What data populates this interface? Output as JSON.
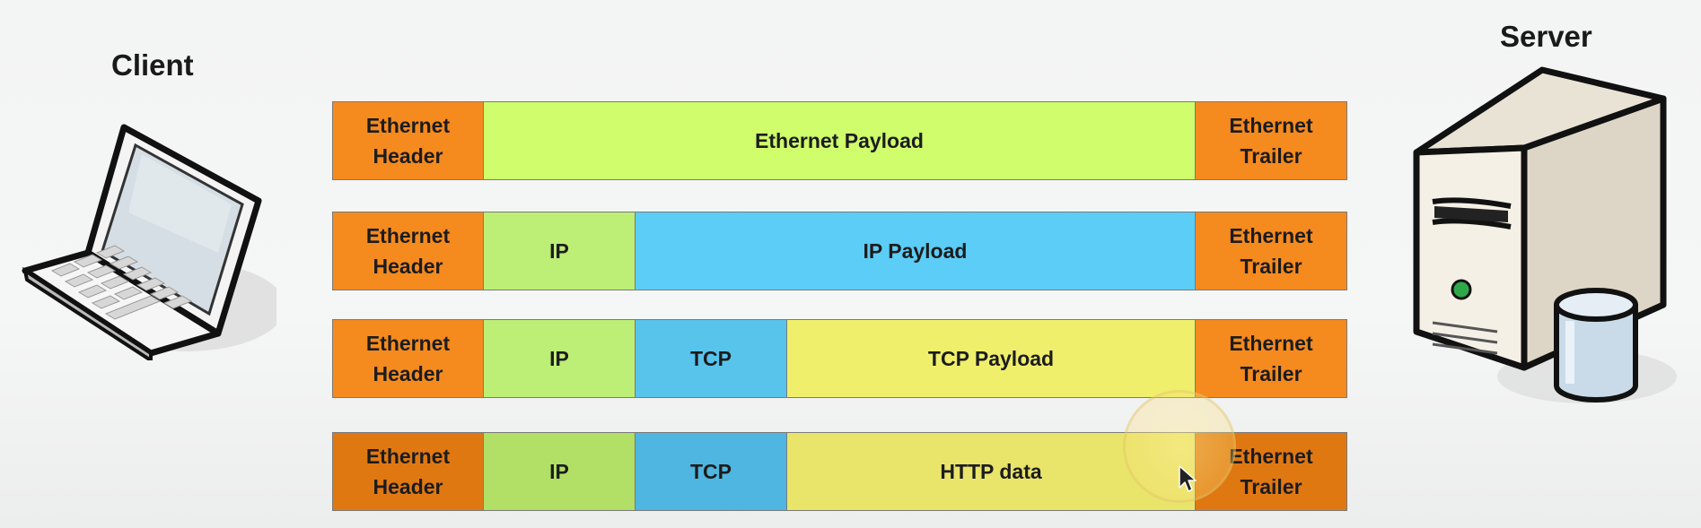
{
  "labels": {
    "client": "Client",
    "server": "Server"
  },
  "colors": {
    "ethernet": "#f58a1f",
    "ethernet_payload": "#cffd6b",
    "ip": "#bdee76",
    "ip_payload": "#5ccdf6",
    "tcp": "#58c4ec",
    "tcp_payload": "#efef6c"
  },
  "rows": [
    {
      "cells": [
        {
          "text": "Ethernet\nHeader",
          "kind": "ethernet"
        },
        {
          "text": "Ethernet Payload",
          "kind": "ethernet_payload"
        },
        {
          "text": "Ethernet\nTrailer",
          "kind": "ethernet"
        }
      ]
    },
    {
      "cells": [
        {
          "text": "Ethernet\nHeader",
          "kind": "ethernet"
        },
        {
          "text": "IP",
          "kind": "ip"
        },
        {
          "text": "IP Payload",
          "kind": "ip_payload"
        },
        {
          "text": "Ethernet\nTrailer",
          "kind": "ethernet"
        }
      ]
    },
    {
      "cells": [
        {
          "text": "Ethernet\nHeader",
          "kind": "ethernet"
        },
        {
          "text": "IP",
          "kind": "ip"
        },
        {
          "text": "TCP",
          "kind": "tcp"
        },
        {
          "text": "TCP Payload",
          "kind": "tcp_payload"
        },
        {
          "text": "Ethernet\nTrailer",
          "kind": "ethernet"
        }
      ]
    },
    {
      "cells": [
        {
          "text": "Ethernet\nHeader",
          "kind": "ethernet"
        },
        {
          "text": "IP",
          "kind": "ip"
        },
        {
          "text": "TCP",
          "kind": "tcp"
        },
        {
          "text": "HTTP data",
          "kind": "tcp_payload"
        },
        {
          "text": "Ethernet\nTrailer",
          "kind": "ethernet"
        }
      ]
    }
  ],
  "icons": {
    "client": "laptop-icon",
    "server": "server-tower-icon",
    "database": "database-cylinder-icon",
    "pointer": "mouse-pointer-icon"
  }
}
